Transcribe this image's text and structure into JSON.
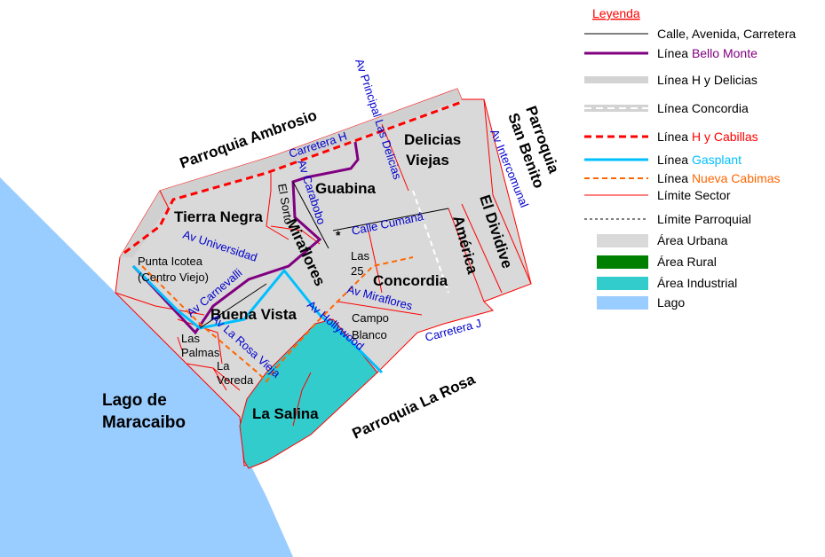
{
  "map": {
    "water_labels": {
      "lake_line1": "Lago de",
      "lake_line2": "Maracaibo"
    },
    "parishes": {
      "ambrosio": "Parroquia Ambrosio",
      "san_benito_line1": "Parroquia",
      "san_benito_line2": "San Benito",
      "la_rosa": "Parroquia La Rosa"
    },
    "sectors": {
      "delicias_viejas_1": "Delicias",
      "delicias_viejas_2": "Viejas",
      "guabina": "Guabina",
      "tierra_negra": "Tierra Negra",
      "el_sorto": "El Sorto",
      "miraflores": "Miraflores",
      "el_dividive": "El Dividive",
      "america": "América",
      "concordia": "Concordia",
      "las_25_line1": "Las",
      "las_25_line2": "25",
      "punta_icotea_1": "Punta Icotea",
      "punta_icotea_2": "(Centro Viejo)",
      "buena_vista": "Buena Vista",
      "campo_blanco_1": "Campo",
      "campo_blanco_2": "Blanco",
      "las_palmas_1": "Las",
      "las_palmas_2": "Palmas",
      "la_vereda_1": "La",
      "la_vereda_2": "Vereda",
      "la_salina": "La Salina",
      "asterisk": "*"
    },
    "streets": {
      "carretera_h": "Carretera H",
      "av_principal_delicias": "Av Principal Las Delicias",
      "av_intercomunal": "Av Intercomunal",
      "av_carabobo": "Av Carabobo",
      "calle_cumana": "Calle Cumaná",
      "av_universidad": "Av Universidad",
      "av_carnevalli": "Av Carnevalli",
      "av_miraflores": "Av Miraflores",
      "av_la_rosa_vieja": "Av La Rosa Vieja",
      "av_hollywood": "Av Hollywood",
      "carretera_j": "Carretera J"
    }
  },
  "legend": {
    "title": "Leyenda",
    "items": [
      {
        "pre": "Calle, Avenida, Carretera",
        "hl": "",
        "hl_color": "#000000",
        "line_color": "#000000",
        "line_width": 1,
        "line_dash": "",
        "swatch": ""
      },
      {
        "pre": "Línea ",
        "hl": "Bello Monte",
        "hl_color": "#800080",
        "line_color": "#800080",
        "line_width": 3,
        "line_dash": "",
        "swatch": ""
      },
      {
        "pre": "Línea H y Delicias",
        "hl": "",
        "hl_color": "#000000",
        "line_color": "#d3d3d3",
        "line_width": 8,
        "line_dash": "",
        "swatch": ""
      },
      {
        "pre": "Línea Concordia",
        "hl": "",
        "hl_color": "#000000",
        "line_color": "#d3d3d3",
        "line_width": 8,
        "line_dash": "dashed-white",
        "swatch": ""
      },
      {
        "pre": "Línea ",
        "hl": "H y Cabillas",
        "hl_color": "#ff0000",
        "line_color": "#ff0000",
        "line_width": 3,
        "line_dash": "8 5",
        "swatch": ""
      },
      {
        "pre": "Línea ",
        "hl": "Gasplant",
        "hl_color": "#00bfff",
        "line_color": "#00bfff",
        "line_width": 3,
        "line_dash": "",
        "swatch": ""
      },
      {
        "pre": "Línea ",
        "hl": "Nueva Cabimas",
        "hl_color": "#ff6600",
        "line_color": "#ff6600",
        "line_width": 2,
        "line_dash": "6 4",
        "swatch": ""
      },
      {
        "pre": "Límite Sector",
        "hl": "",
        "hl_color": "#000000",
        "line_color": "#ff0000",
        "line_width": 1,
        "line_dash": "",
        "swatch": ""
      },
      {
        "pre": "Límite Parroquial",
        "hl": "",
        "hl_color": "#000000",
        "line_color": "#000000",
        "line_width": 1,
        "line_dash": "3 3",
        "swatch": ""
      },
      {
        "pre": "Área Urbana",
        "hl": "",
        "hl_color": "#000000",
        "line_color": "",
        "line_width": 0,
        "line_dash": "",
        "swatch": "#d9d9d9"
      },
      {
        "pre": "Área Rural",
        "hl": "",
        "hl_color": "#000000",
        "line_color": "",
        "line_width": 0,
        "line_dash": "",
        "swatch": "#008000"
      },
      {
        "pre": "Área Industrial",
        "hl": "",
        "hl_color": "#000000",
        "line_color": "",
        "line_width": 0,
        "line_dash": "",
        "swatch": "#33cccc"
      },
      {
        "pre": "Lago",
        "hl": "",
        "hl_color": "#000000",
        "line_color": "",
        "line_width": 0,
        "line_dash": "",
        "swatch": "#99ccff"
      }
    ]
  },
  "colors": {
    "lake": "#99ccff",
    "urban": "#d9d9d9",
    "industrial": "#33cccc",
    "sector_border": "#ff0000",
    "bello_monte": "#800080",
    "h_cabillas": "#ff0000",
    "gasplant": "#00bfff",
    "nueva_cabimas": "#ff6600",
    "street_label": "#0000cc"
  }
}
